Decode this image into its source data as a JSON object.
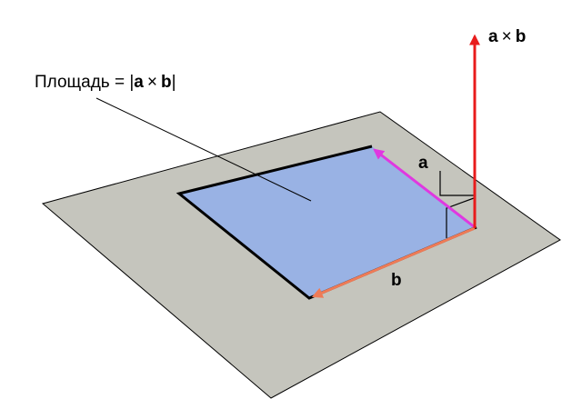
{
  "labels": {
    "area_text": "Площадь = |",
    "area_a": "a",
    "area_times": "×",
    "area_b": "b",
    "area_close": "|",
    "cross_a": "a",
    "cross_times": "×",
    "cross_b": "b",
    "vector_a": "a",
    "vector_b": "b"
  },
  "colors": {
    "plane_fill": "#c5c5bd",
    "parallelogram_fill": "#99b2e4",
    "vector_a": "#e038e0",
    "vector_b": "#ee7b57",
    "cross_vector": "#e81c1c",
    "outline": "#000000"
  }
}
